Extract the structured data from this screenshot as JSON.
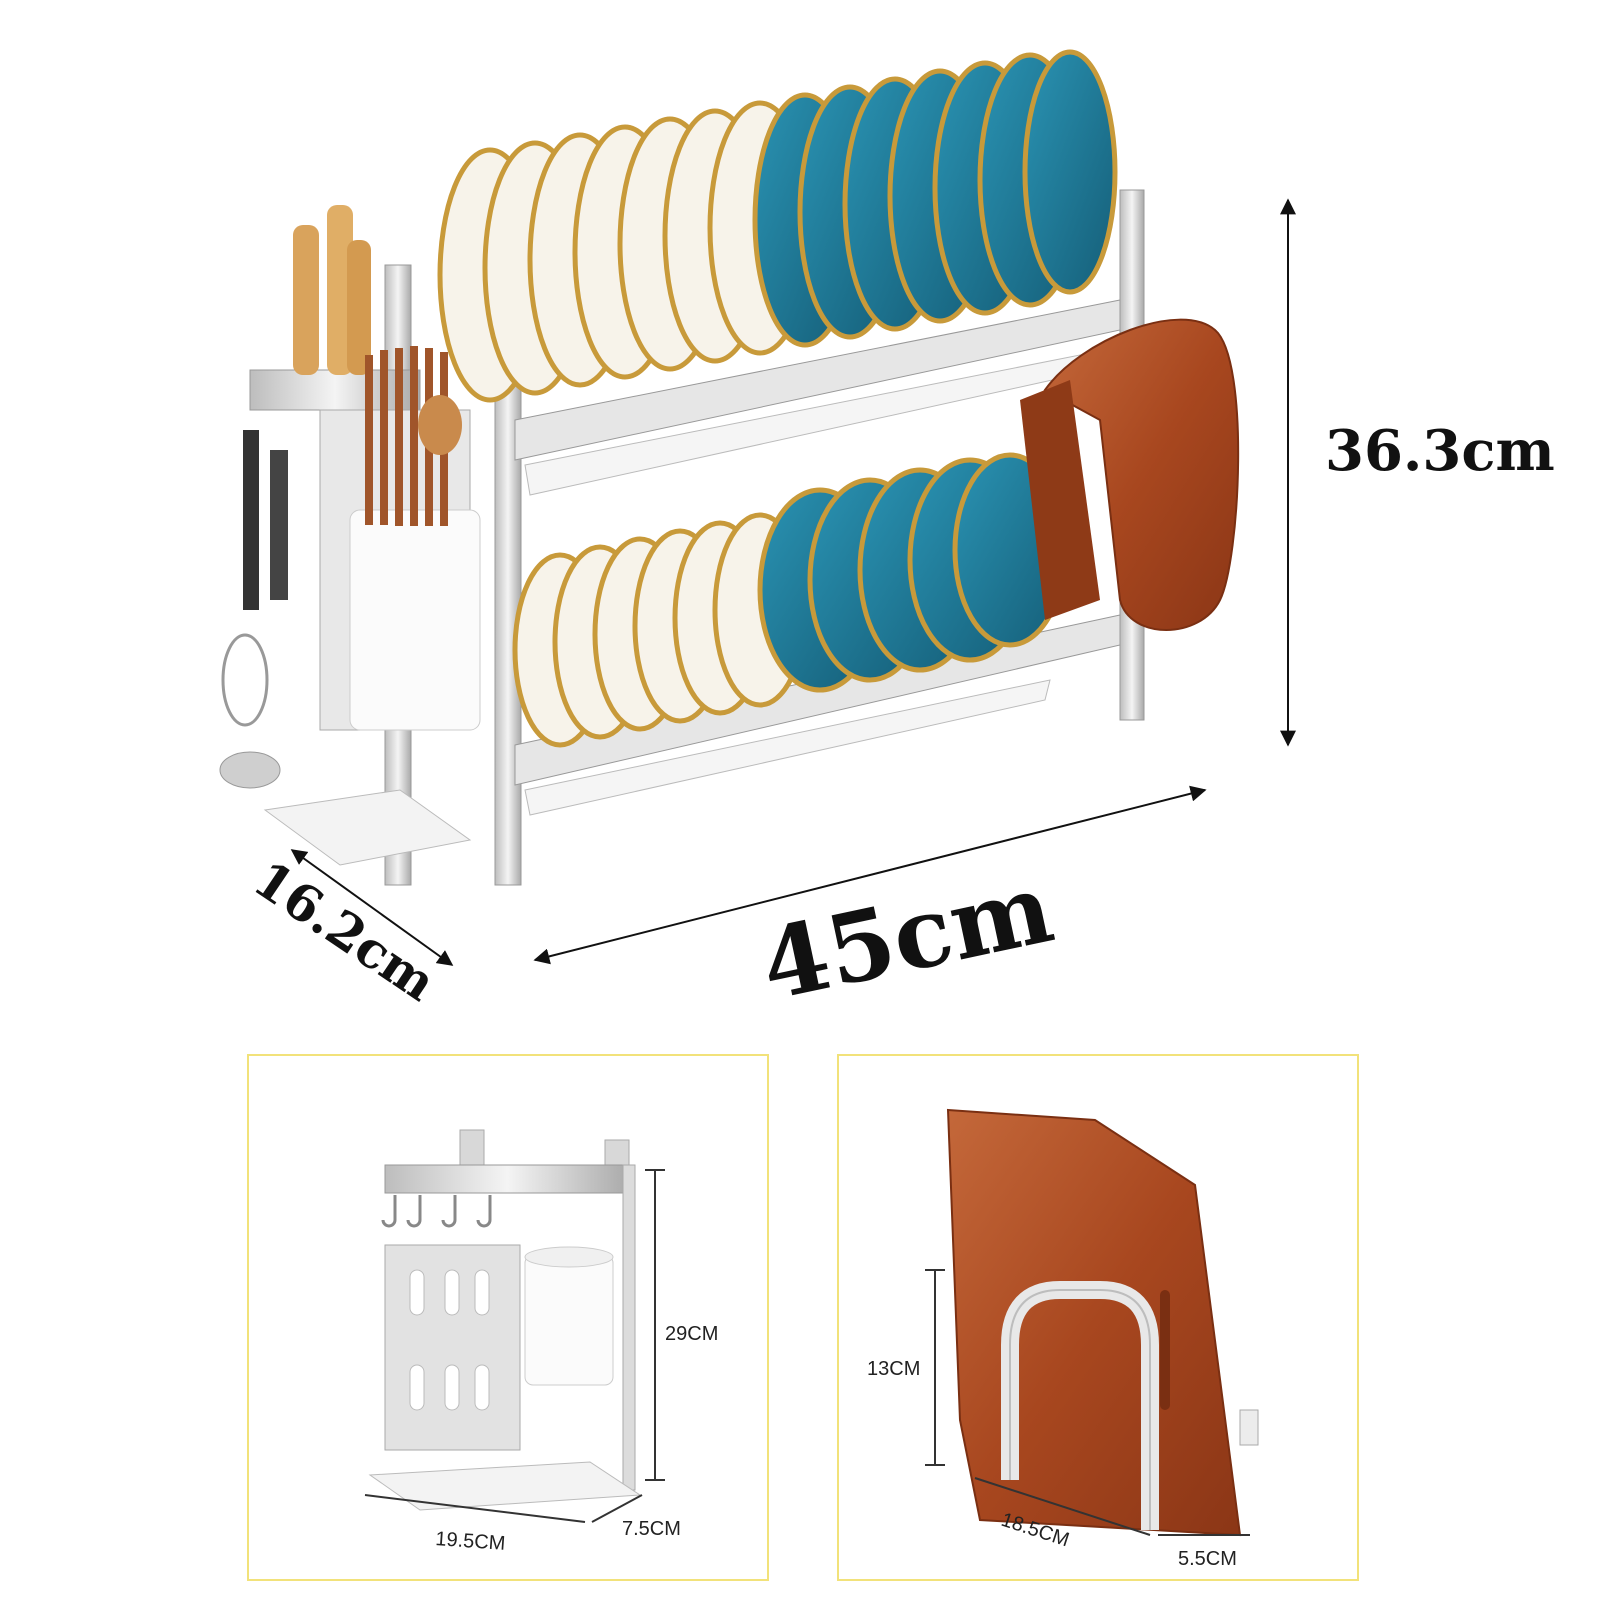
{
  "main": {
    "height_label": "36.3cm",
    "width_label": "45cm",
    "depth_label": "16.2cm"
  },
  "knife_holder": {
    "height_label": "29CM",
    "width_label": "19.5CM",
    "depth_label": "7.5CM"
  },
  "board_holder": {
    "height_label": "13CM",
    "width_label": "18.5CM",
    "depth_label": "5.5CM"
  },
  "colors": {
    "panel_border": "#f2e27a",
    "plate_white": "#f7f3ea",
    "plate_teal": "#1f7f9e",
    "gold_rim": "#c89a3a",
    "steel": "#d6d6d6",
    "wood": "#b5542b"
  }
}
